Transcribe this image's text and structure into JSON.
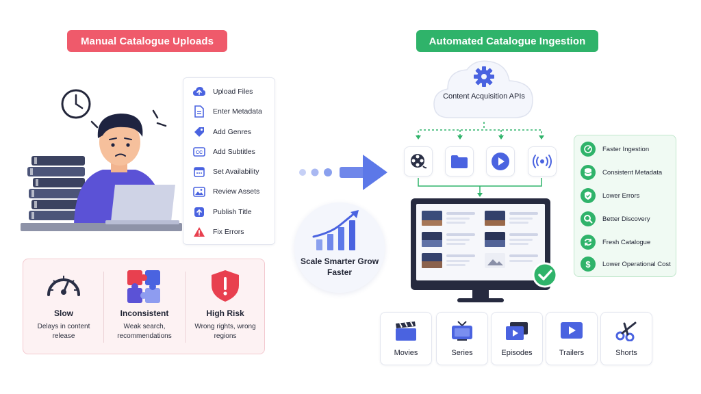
{
  "headers": {
    "manual": "Manual Catalogue Uploads",
    "automated": "Automated Catalogue Ingestion"
  },
  "colors": {
    "red_accent": "#ef5a6b",
    "green_accent": "#2fb36a",
    "blue_accent": "#4a63e0",
    "person_shirt": "#5b52d6"
  },
  "manual_steps": [
    {
      "icon": "upload-cloud-icon",
      "label": "Upload Files"
    },
    {
      "icon": "document-icon",
      "label": "Enter Metadata"
    },
    {
      "icon": "tag-icon",
      "label": "Add Genres"
    },
    {
      "icon": "cc-icon",
      "label": "Add Subtitles"
    },
    {
      "icon": "calendar-icon",
      "label": "Set Availability"
    },
    {
      "icon": "image-icon",
      "label": "Review Assets"
    },
    {
      "icon": "upload-arrow-icon",
      "label": "Publish Title"
    },
    {
      "icon": "warning-icon",
      "label": "Fix Errors"
    }
  ],
  "problems": [
    {
      "icon": "speedometer-icon",
      "title": "Slow",
      "desc": "Delays in content release"
    },
    {
      "icon": "puzzle-icon",
      "title": "Inconsistent",
      "desc": "Weak search, recommendations"
    },
    {
      "icon": "shield-alert-icon",
      "title": "High Risk",
      "desc": "Wrong rights, wrong regions"
    }
  ],
  "cloud": {
    "icon": "gear-icon",
    "label": "Content Acquisition APIs"
  },
  "media_sources": [
    {
      "icon": "film-reel-icon"
    },
    {
      "icon": "folder-icon"
    },
    {
      "icon": "play-icon"
    },
    {
      "icon": "broadcast-icon"
    }
  ],
  "scale": {
    "icon": "growth-chart-icon",
    "label": "Scale Smarter Grow Faster"
  },
  "benefits": [
    {
      "icon": "speed-icon",
      "label": "Faster Ingestion"
    },
    {
      "icon": "database-icon",
      "label": "Consistent Metadata"
    },
    {
      "icon": "shield-check-icon",
      "label": "Lower Errors"
    },
    {
      "icon": "search-icon",
      "label": "Better Discovery"
    },
    {
      "icon": "refresh-icon",
      "label": "Fresh Catalogue"
    },
    {
      "icon": "dollar-icon",
      "label": "Lower Operational Cost"
    }
  ],
  "content_types": [
    {
      "icon": "clapperboard-icon",
      "label": "Movies"
    },
    {
      "icon": "tv-icon",
      "label": "Series"
    },
    {
      "icon": "episodes-icon",
      "label": "Episodes"
    },
    {
      "icon": "play-icon",
      "label": "Trailers"
    },
    {
      "icon": "scissors-icon",
      "label": "Shorts"
    }
  ]
}
